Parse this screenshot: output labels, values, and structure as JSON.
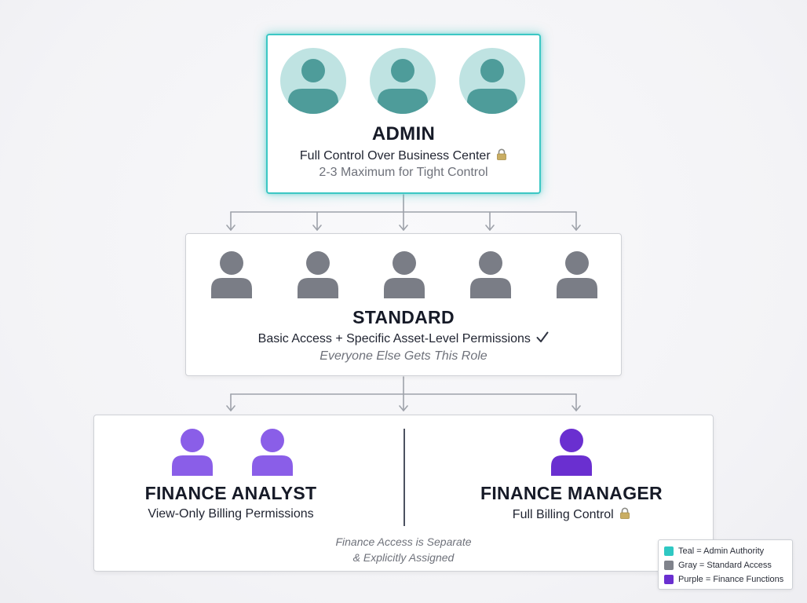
{
  "colors": {
    "teal": "#3cc7c4",
    "teal_icon": "#4e9c9a",
    "teal_bg": "#bfe3e2",
    "gray_icon": "#7a7d86",
    "purple_light": "#8a5ee8",
    "purple_dark": "#6a2fd0",
    "connector": "#9ea2aa"
  },
  "admin": {
    "title": "ADMIN",
    "subtitle": "Full Control Over Business Center",
    "subtitle_icon": "lock-icon",
    "note": "2-3 Maximum for Tight Control",
    "icon_count": 3
  },
  "standard": {
    "title": "STANDARD",
    "subtitle": "Basic Access + Specific Asset-Level Permissions",
    "subtitle_icon": "checkmark-icon",
    "note": "Everyone Else Gets This Role",
    "icon_count": 5
  },
  "finance": {
    "analyst": {
      "title": "FINANCE ANALYST",
      "subtitle": "View-Only Billing Permissions",
      "icon_count": 2
    },
    "manager": {
      "title": "FINANCE MANAGER",
      "subtitle": "Full Billing Control",
      "subtitle_icon": "lock-icon",
      "icon_count": 1
    },
    "note_line1": "Finance Access is Separate",
    "note_line2": "& Explicitly Assigned"
  },
  "legend": {
    "items": [
      {
        "label": "Teal = Admin Authority",
        "color": "#2fc8c3"
      },
      {
        "label": "Gray = Standard Access",
        "color": "#7f828b"
      },
      {
        "label": "Purple = Finance Functions",
        "color": "#6a2fd0"
      }
    ]
  }
}
